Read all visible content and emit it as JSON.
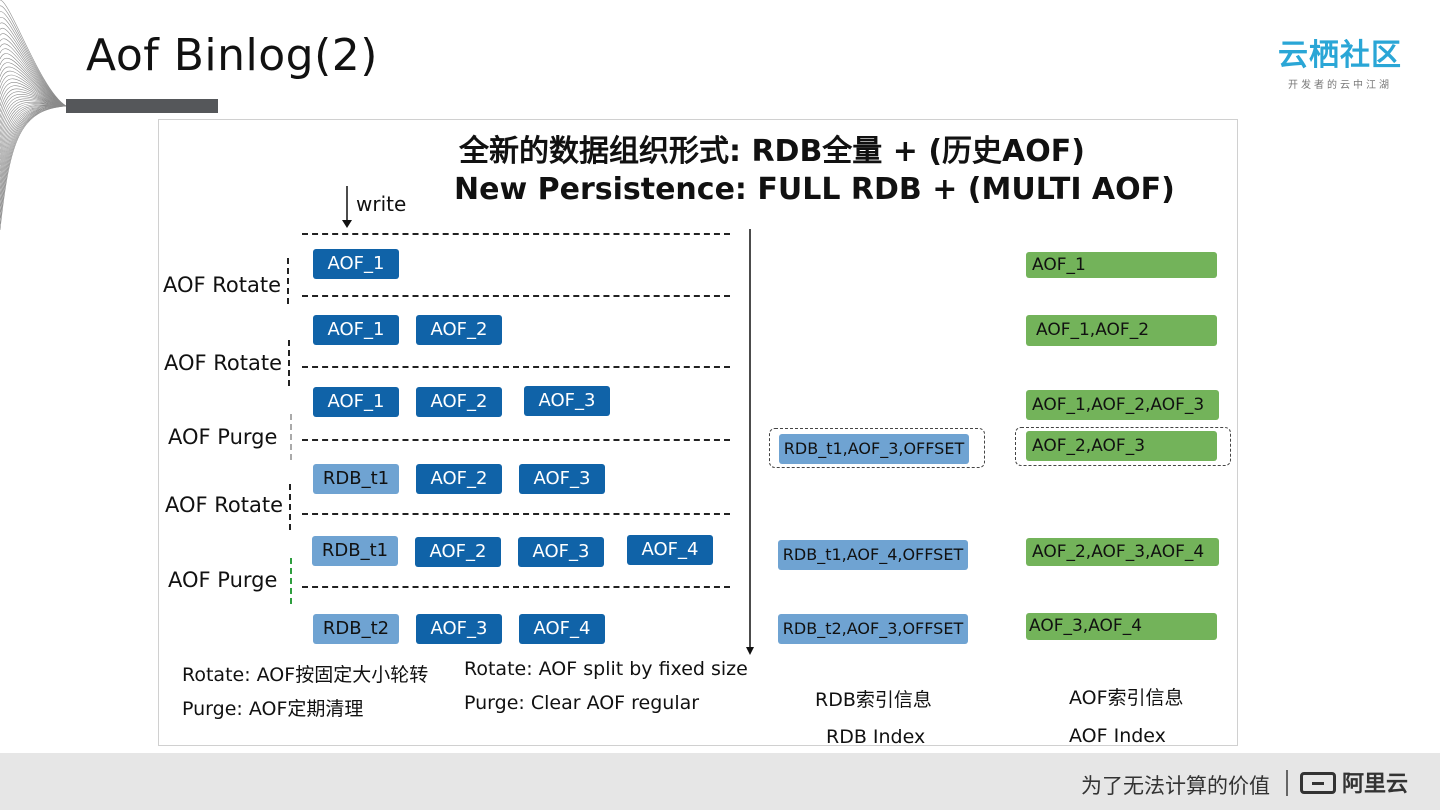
{
  "slide": {
    "title": "Aof Binlog(2)",
    "brand_name": "云栖社区",
    "brand_slogan": "开发者的云中江湖"
  },
  "diagram": {
    "title_cn": "全新的数据组织形式: RDB全量 + (历史AOF)",
    "title_en": "New Persistence:  FULL RDB + (MULTI AOF)",
    "write_label": "write",
    "events": [
      "AOF Rotate",
      "AOF Rotate",
      "AOF Purge",
      "AOF Rotate",
      "AOF Purge"
    ],
    "rows": [
      [
        "AOF_1"
      ],
      [
        "AOF_1",
        "AOF_2"
      ],
      [
        "AOF_1",
        "AOF_2",
        "AOF_3"
      ],
      [
        "RDB_t1",
        "AOF_2",
        "AOF_3"
      ],
      [
        "RDB_t1",
        "AOF_2",
        "AOF_3",
        "AOF_4"
      ],
      [
        "RDB_t2",
        "AOF_3",
        "AOF_4"
      ]
    ],
    "rdb_index": [
      "RDB_t1,AOF_3,OFFSET",
      "RDB_t1,AOF_4,OFFSET",
      "RDB_t2,AOF_3,OFFSET"
    ],
    "aof_index": [
      "AOF_1",
      "AOF_1,AOF_2",
      "AOF_1,AOF_2,AOF_3",
      "AOF_2,AOF_3",
      "AOF_2,AOF_3,AOF_4",
      "AOF_3,AOF_4"
    ],
    "notes": {
      "rotate_cn": "Rotate: AOF按固定大小轮转",
      "purge_cn": "Purge: AOF定期清理",
      "rotate_en": "Rotate: AOF split by fixed size",
      "purge_en": "Purge: Clear AOF regular"
    },
    "rdb_index_label_cn": "RDB索引信息",
    "rdb_index_label_en": "RDB Index",
    "aof_index_label_cn": "AOF索引信息",
    "aof_index_label_en": "AOF Index",
    "colors": {
      "dark_box": "#1063a8",
      "light_box": "#6fa3d2",
      "green_box": "#73b35a",
      "purge_arrow": "#2e9e3e"
    }
  },
  "footer": {
    "slogan": "为了无法计算的价值",
    "logo_text": "阿里云"
  }
}
